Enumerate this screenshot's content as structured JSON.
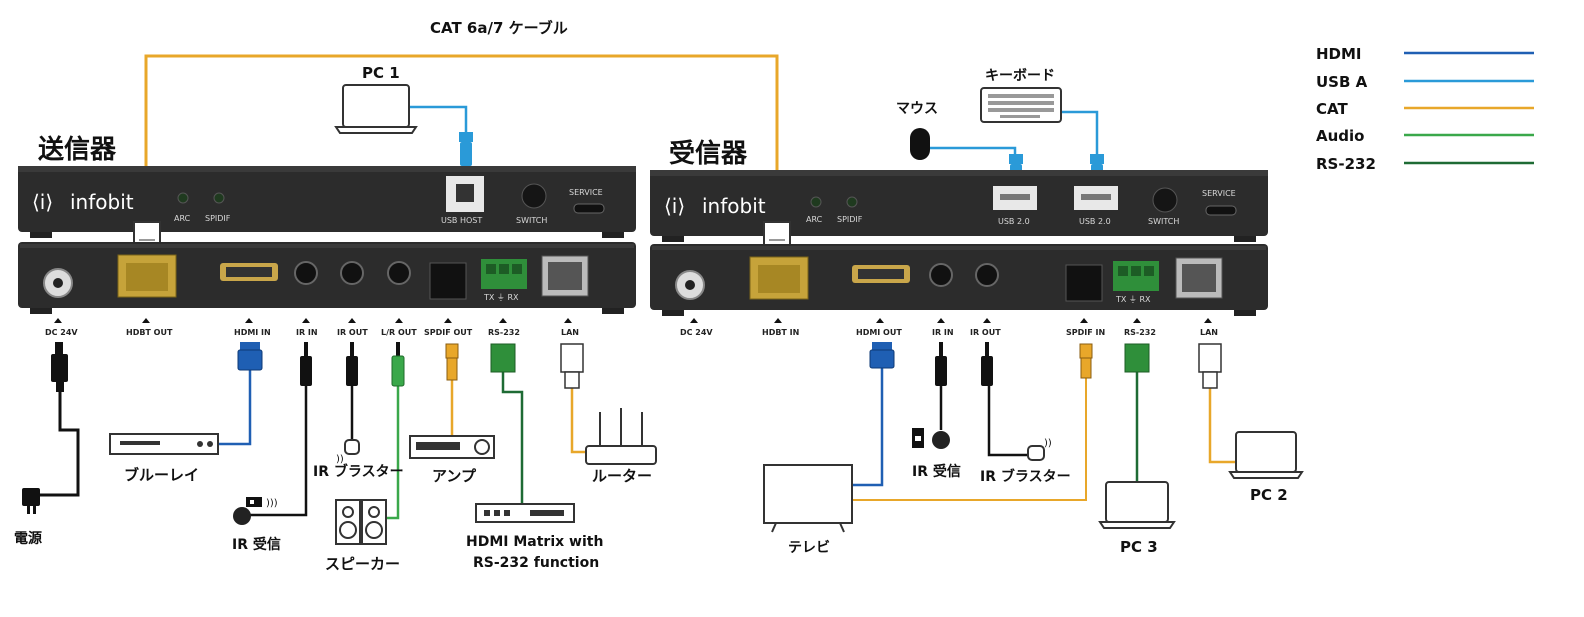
{
  "cable_title": "CAT 6a/7 ケーブル",
  "transmitter": {
    "title": "送信器",
    "brand": "infobit",
    "front_labels": {
      "arc": "ARC",
      "spdif": "SPIDIF",
      "usb_host": "USB HOST",
      "switch": "SWITCH",
      "service": "SERVICE"
    },
    "back_labels": {
      "tx_rx": "TX ⏚ RX"
    },
    "ports": [
      "DC 24V",
      "HDBT OUT",
      "HDMI IN",
      "IR IN",
      "IR OUT",
      "L/R OUT",
      "SPDIF OUT",
      "RS-232",
      "LAN"
    ]
  },
  "receiver": {
    "title": "受信器",
    "brand": "infobit",
    "front_labels": {
      "arc": "ARC",
      "spdif": "SPIDIF",
      "usb1": "USB 2.0",
      "usb2": "USB 2.0",
      "switch": "SWITCH",
      "service": "SERVICE"
    },
    "back_labels": {
      "tx_rx": "TX ⏚ RX"
    },
    "ports": [
      "DC 24V",
      "HDBT IN",
      "HDMI OUT",
      "IR IN",
      "IR OUT",
      "SPDIF IN",
      "RS-232",
      "LAN"
    ]
  },
  "devices": {
    "pc1": "PC 1",
    "keyboard": "キーボード",
    "mouse": "マウス",
    "bluray": "ブルーレイ",
    "ir_blaster_tx": "IR ブラスター",
    "amp": "アンプ",
    "router": "ルーター",
    "power": "電源",
    "ir_receiver_tx": "IR 受信",
    "speaker": "スピーカー",
    "matrix_line1": "HDMI Matrix with",
    "matrix_line2": "RS-232 function",
    "ir_receiver_rx": "IR 受信",
    "ir_blaster_rx": "IR ブラスター",
    "pc2": "PC 2",
    "tv": "テレビ",
    "pc3": "PC 3"
  },
  "legend": [
    {
      "label": "HDMI",
      "color": "#1f5fb3"
    },
    {
      "label": "USB A",
      "color": "#2a9ad8"
    },
    {
      "label": "CAT",
      "color": "#e8a72a"
    },
    {
      "label": "Audio",
      "color": "#3aa84a"
    },
    {
      "label": "RS-232",
      "color": "#1e6b34"
    }
  ]
}
